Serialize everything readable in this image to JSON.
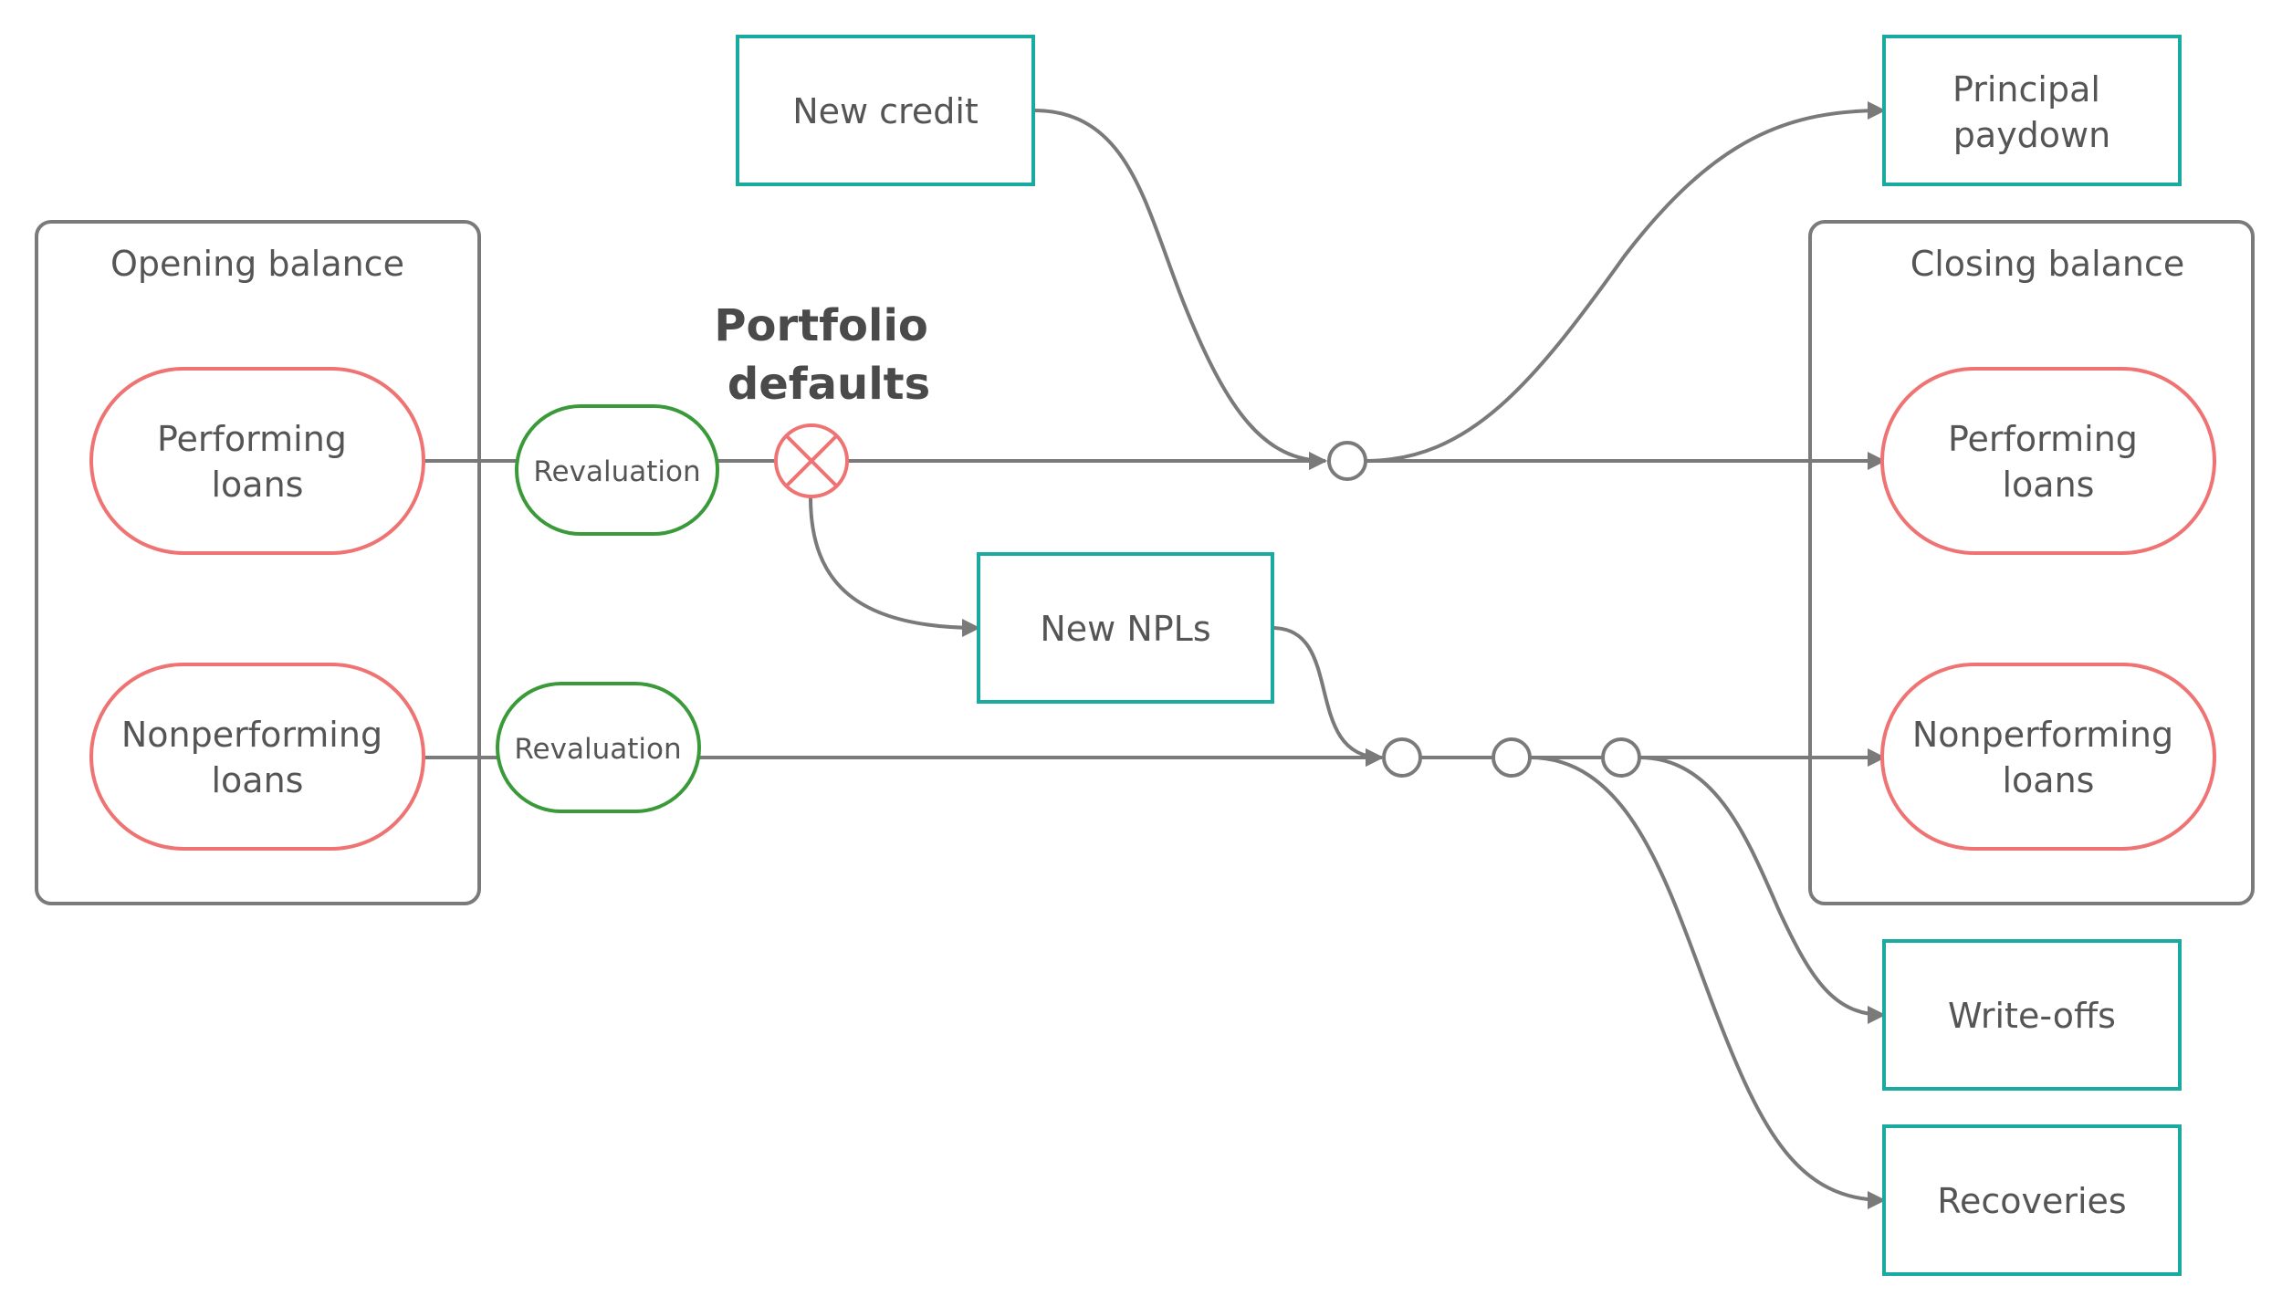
{
  "opening_balance": {
    "title": "Opening balance",
    "performing": [
      "Performing",
      "loans"
    ],
    "nonperforming": [
      "Nonperforming",
      "loans"
    ]
  },
  "closing_balance": {
    "title": "Closing balance",
    "performing": [
      "Performing",
      "loans"
    ],
    "nonperforming": [
      "Nonperforming",
      "loans"
    ]
  },
  "revaluation_top": "Revaluation",
  "revaluation_bottom": "Revaluation",
  "portfolio_defaults": [
    "Portfolio",
    "defaults"
  ],
  "new_credit": "New credit",
  "principal_paydown": [
    "Principal",
    "paydown"
  ],
  "new_npls": "New NPLs",
  "write_offs": "Write-offs",
  "recoveries": "Recoveries",
  "colors": {
    "loan_stroke": "#ef7373",
    "revaluation_stroke": "#3a9a3a",
    "flow_box_stroke": "#1aaaa0",
    "line": "#7a7a7a",
    "text": "#555555"
  }
}
